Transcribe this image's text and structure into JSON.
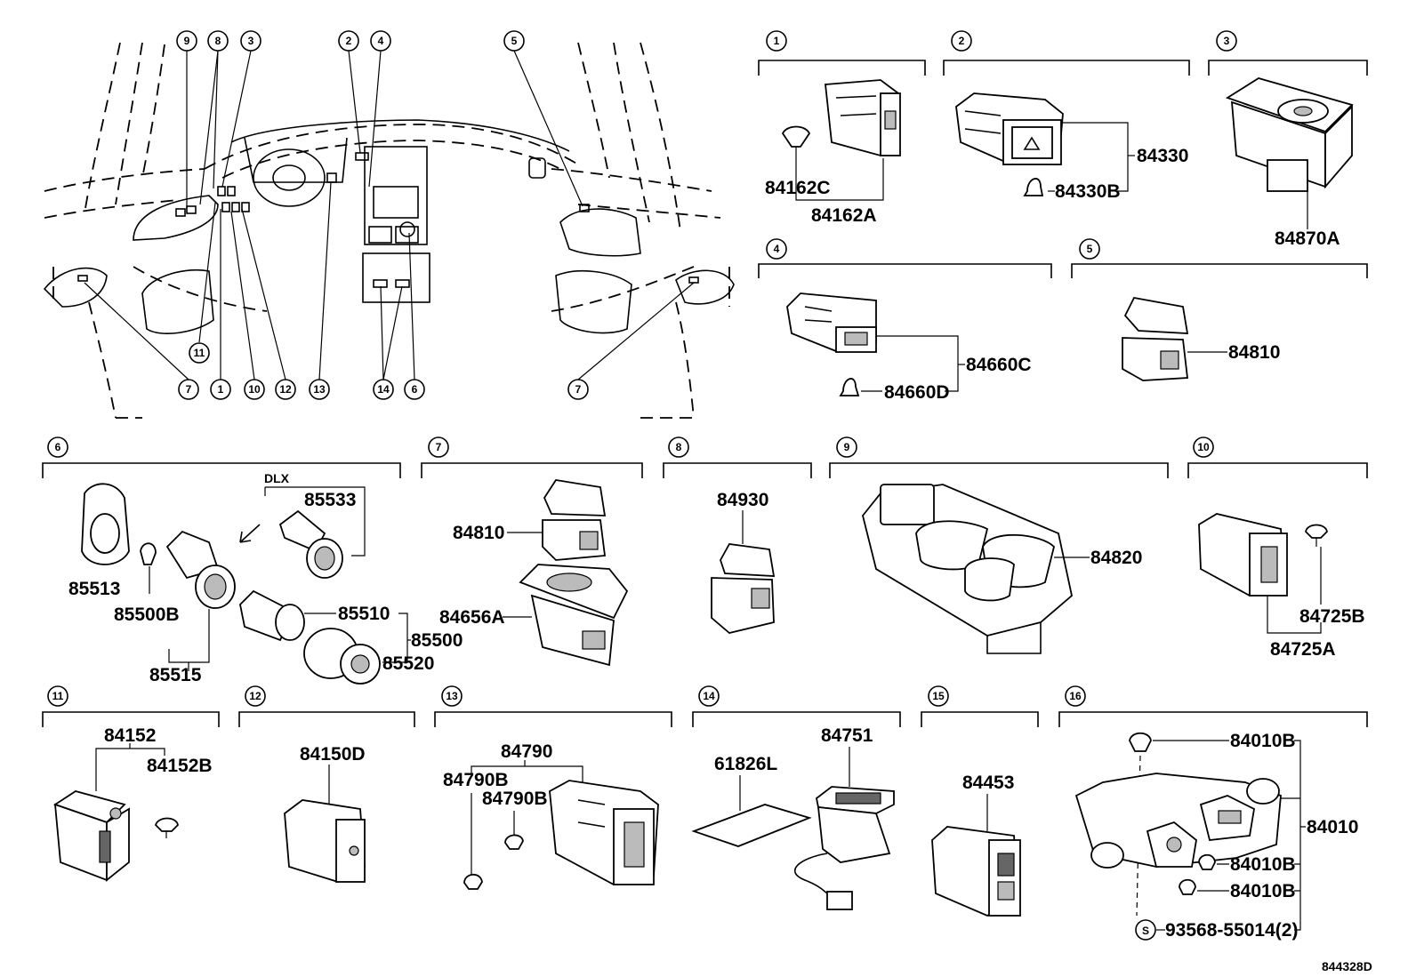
{
  "diagram_id": "844328D",
  "overview_callouts": {
    "c1": "1",
    "c2": "2",
    "c3": "3",
    "c4": "4",
    "c5": "5",
    "c6": "6",
    "c7a": "7",
    "c7b": "7",
    "c8": "8",
    "c9": "9",
    "c10": "10",
    "c11": "11",
    "c12": "12",
    "c13": "13",
    "c14": "14"
  },
  "sections": {
    "s1": {
      "num": "1",
      "parts": [
        "84162C",
        "84162A"
      ]
    },
    "s2": {
      "num": "2",
      "parts": [
        "84330",
        "84330B"
      ]
    },
    "s3": {
      "num": "3",
      "parts": [
        "84870A"
      ]
    },
    "s4": {
      "num": "4",
      "parts": [
        "84660C",
        "84660D"
      ]
    },
    "s5": {
      "num": "5",
      "parts": [
        "84810"
      ]
    },
    "s6": {
      "num": "6",
      "note": "DLX",
      "parts": [
        "85533",
        "85513",
        "85500B",
        "85510",
        "85500",
        "85520",
        "85515"
      ]
    },
    "s7": {
      "num": "7",
      "parts": [
        "84810",
        "84656A"
      ]
    },
    "s8": {
      "num": "8",
      "parts": [
        "84930"
      ]
    },
    "s9": {
      "num": "9",
      "parts": [
        "84820"
      ]
    },
    "s10": {
      "num": "10",
      "parts": [
        "84725B",
        "84725A"
      ]
    },
    "s11": {
      "num": "11",
      "parts": [
        "84152",
        "84152B"
      ]
    },
    "s12": {
      "num": "12",
      "parts": [
        "84150D"
      ]
    },
    "s13": {
      "num": "13",
      "parts": [
        "84790",
        "84790B",
        "84790B"
      ]
    },
    "s14": {
      "num": "14",
      "parts": [
        "84751",
        "61826L"
      ]
    },
    "s15": {
      "num": "15",
      "parts": [
        "84453"
      ]
    },
    "s16": {
      "num": "16",
      "parts": [
        "84010B",
        "84010",
        "84010B",
        "84010B",
        "93568-55014(2)"
      ],
      "s_mark": "S"
    }
  }
}
